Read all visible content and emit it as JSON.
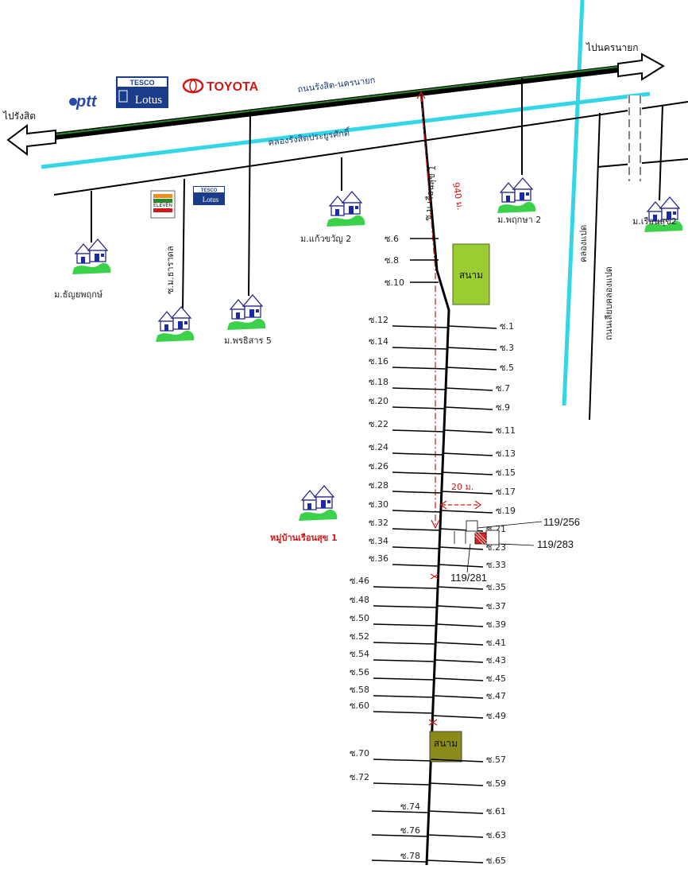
{
  "roads": {
    "main_highway": "ถนนรังสิต-นครนายก",
    "canal": "คลองรังสิตประยูรศักดิ์",
    "khlong_paet": "คลองแปด",
    "khlong_paet_road": "ถนนเลียบคลองแปด",
    "soi_main": "ซ.ม.เรือนสุข 1",
    "soi_tharadol": "ซ.ม.ธาราดล"
  },
  "directions": {
    "left": "ไปรังสิต",
    "right": "ไปนครนายก"
  },
  "brands": {
    "ptt": "ptt",
    "tesco_top": "TESCO",
    "lotus": "Lotus",
    "toyota": "TOYOTA",
    "seven_eleven": "ELEVEN"
  },
  "villages": {
    "thanya": "ม.ธัญยพฤกษ์",
    "pornsisan": "ม.พรธิสาร 5",
    "kaewkwan": "ม.แก้วขวัญ 2",
    "pruksa": "ม.พฤกษา 2",
    "ruensuk2": "ม.เรือนสุข2",
    "ruensuk1": "หมู่บ้านเรือนสุข 1"
  },
  "fields": {
    "top": "สนาม",
    "bottom": "สนาม"
  },
  "measurements": {
    "distance": "940 ม.",
    "width": "20 ม."
  },
  "houses": {
    "h256": "119/256",
    "h283": "119/283",
    "h281": "119/281"
  },
  "left_sois": [
    "ซ.6",
    "ซ.8",
    "ซ.10",
    "ซ.12",
    "ซ.14",
    "ซ.16",
    "ซ.18",
    "ซ.20",
    "ซ.22",
    "ซ.24",
    "ซ.26",
    "ซ.28",
    "ซ.30",
    "ซ.32",
    "ซ.34",
    "ซ.36",
    "ซ.46",
    "ซ.48",
    "ซ.50",
    "ซ.52",
    "ซ.54",
    "ซ.56",
    "ซ.58",
    "ซ.60",
    "ซ.70",
    "ซ.72",
    "ซ.74",
    "ซ.76",
    "ซ.78"
  ],
  "right_sois": [
    "ซ.1",
    "ซ.3",
    "ซ.5",
    "ซ.7",
    "ซ.9",
    "ซ.11",
    "ซ.13",
    "ซ.15",
    "ซ.17",
    "ซ.19",
    "ซ.21",
    "ซ.23",
    "ซ.33",
    "ซ.35",
    "ซ.37",
    "ซ.39",
    "ซ.41",
    "ซ.43",
    "ซ.45",
    "ซ.47",
    "ซ.49",
    "ซ.57",
    "ซ.59",
    "ซ.61",
    "ซ.63",
    "ซ.65"
  ],
  "colors": {
    "canal": "#33d6e6",
    "field_top": "#9acd32",
    "field_bottom": "#8b8b1a",
    "target_house": "#e02020",
    "arrow_green": "#2a8a2a",
    "distance_red": "#d01818"
  }
}
